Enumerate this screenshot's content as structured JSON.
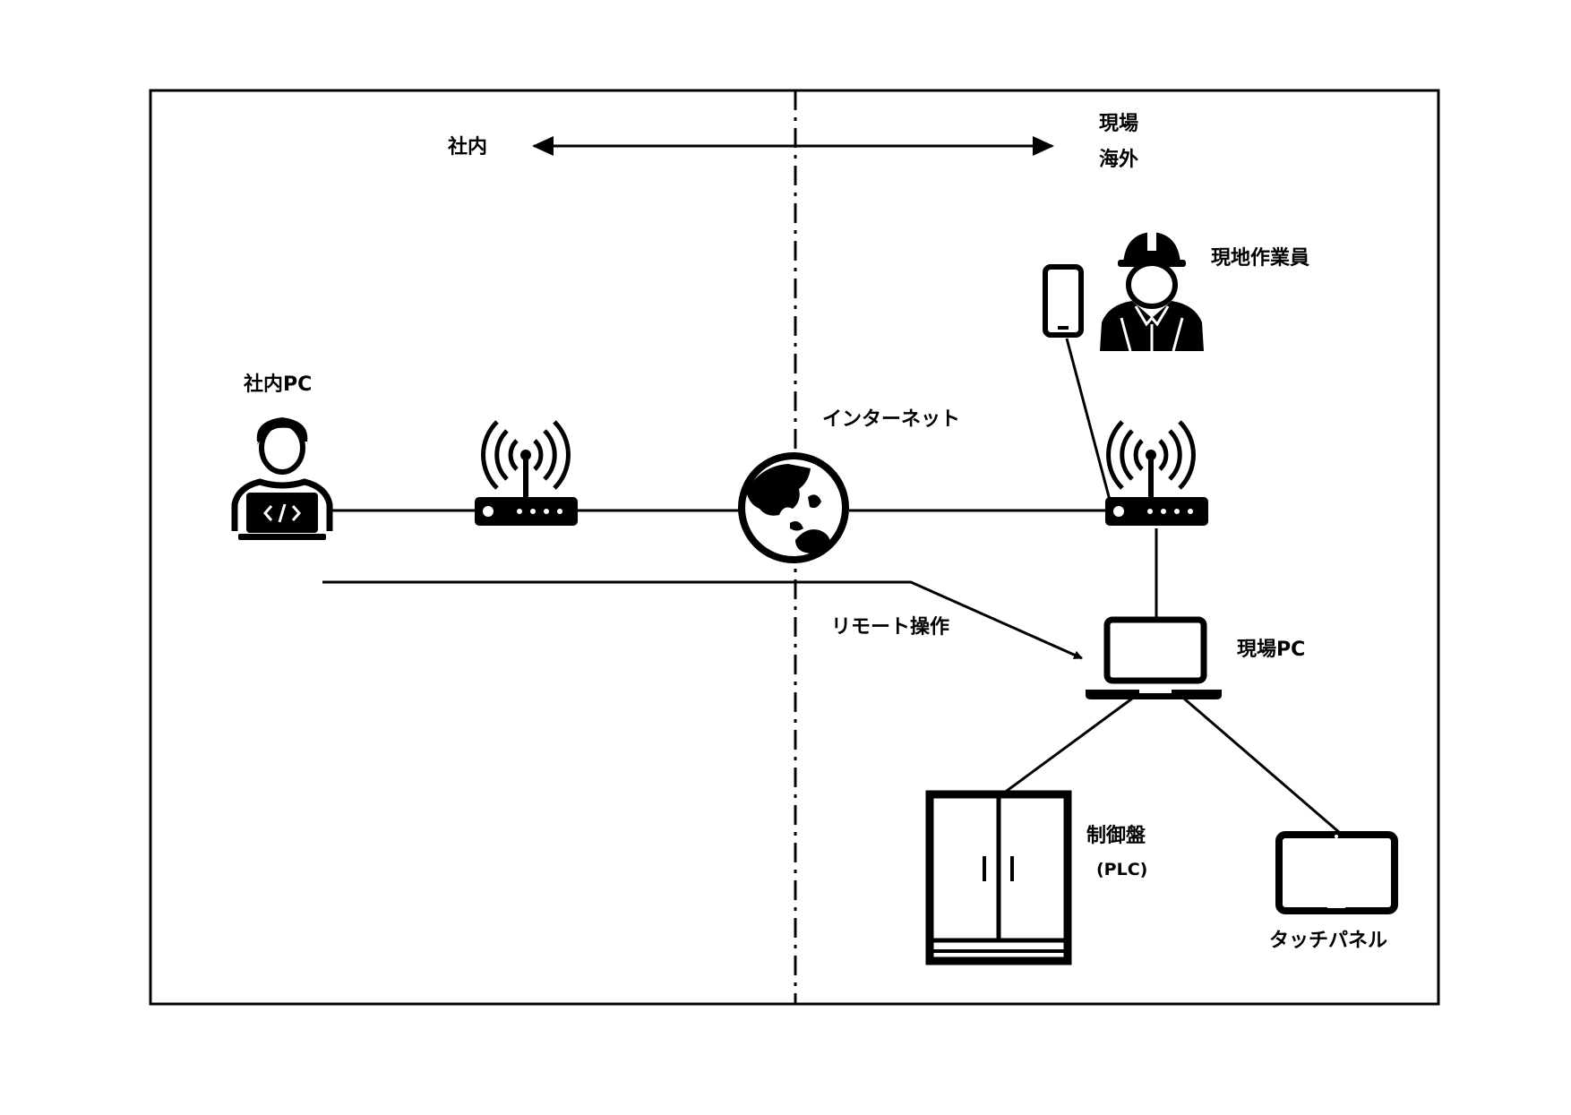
{
  "diagram": {
    "labels": {
      "company_side": "社内",
      "site": "現場",
      "overseas": "海外",
      "field_worker": "現地作業員",
      "office_pc": "社内PC",
      "internet": "インターネット",
      "remote_operation": "リモート操作",
      "site_pc": "現場PC",
      "control_panel": "制御盤",
      "plc": "(PLC)",
      "touch_panel": "タッチパネル"
    },
    "icons": {
      "office_pc": "developer-laptop-icon",
      "office_router": "wifi-router-icon",
      "internet": "globe-icon",
      "smartphone": "smartphone-icon",
      "field_worker": "worker-hardhat-icon",
      "site_router": "wifi-router-icon",
      "site_pc": "laptop-icon",
      "control_panel": "cabinet-icon",
      "touch_panel": "tablet-icon"
    },
    "colors": {
      "stroke": "#000000",
      "background": "#ffffff"
    }
  }
}
